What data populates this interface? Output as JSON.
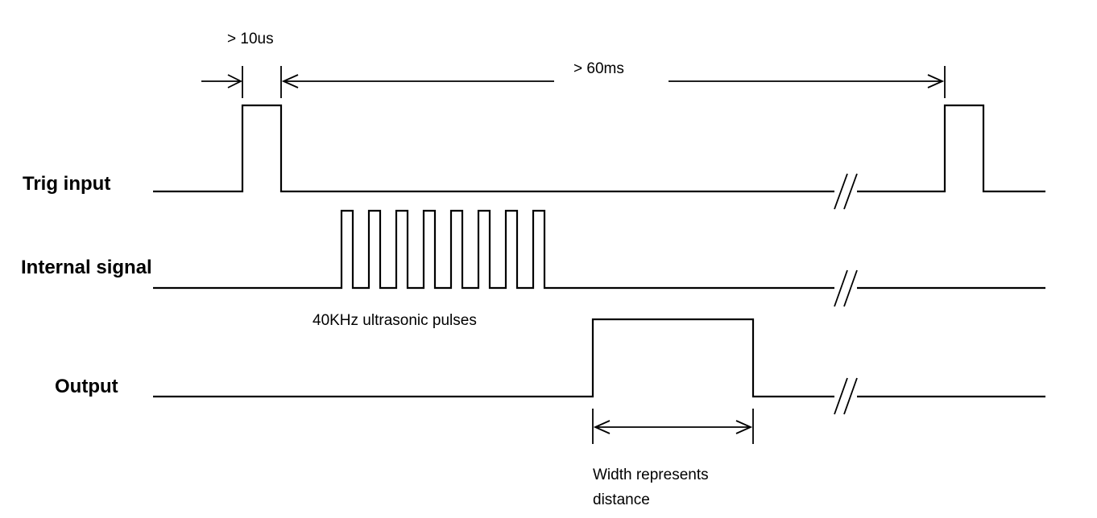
{
  "labels": {
    "trig_input": "Trig input",
    "internal_signal": "Internal signal",
    "output": "Output",
    "pulse_width": "> 10us",
    "cycle_period": "> 60ms",
    "pulses_caption": "40KHz ultrasonic pulses",
    "width_caption_line1": "Width represents",
    "width_caption_line2": "distance"
  },
  "burst_pulse_count": 8
}
